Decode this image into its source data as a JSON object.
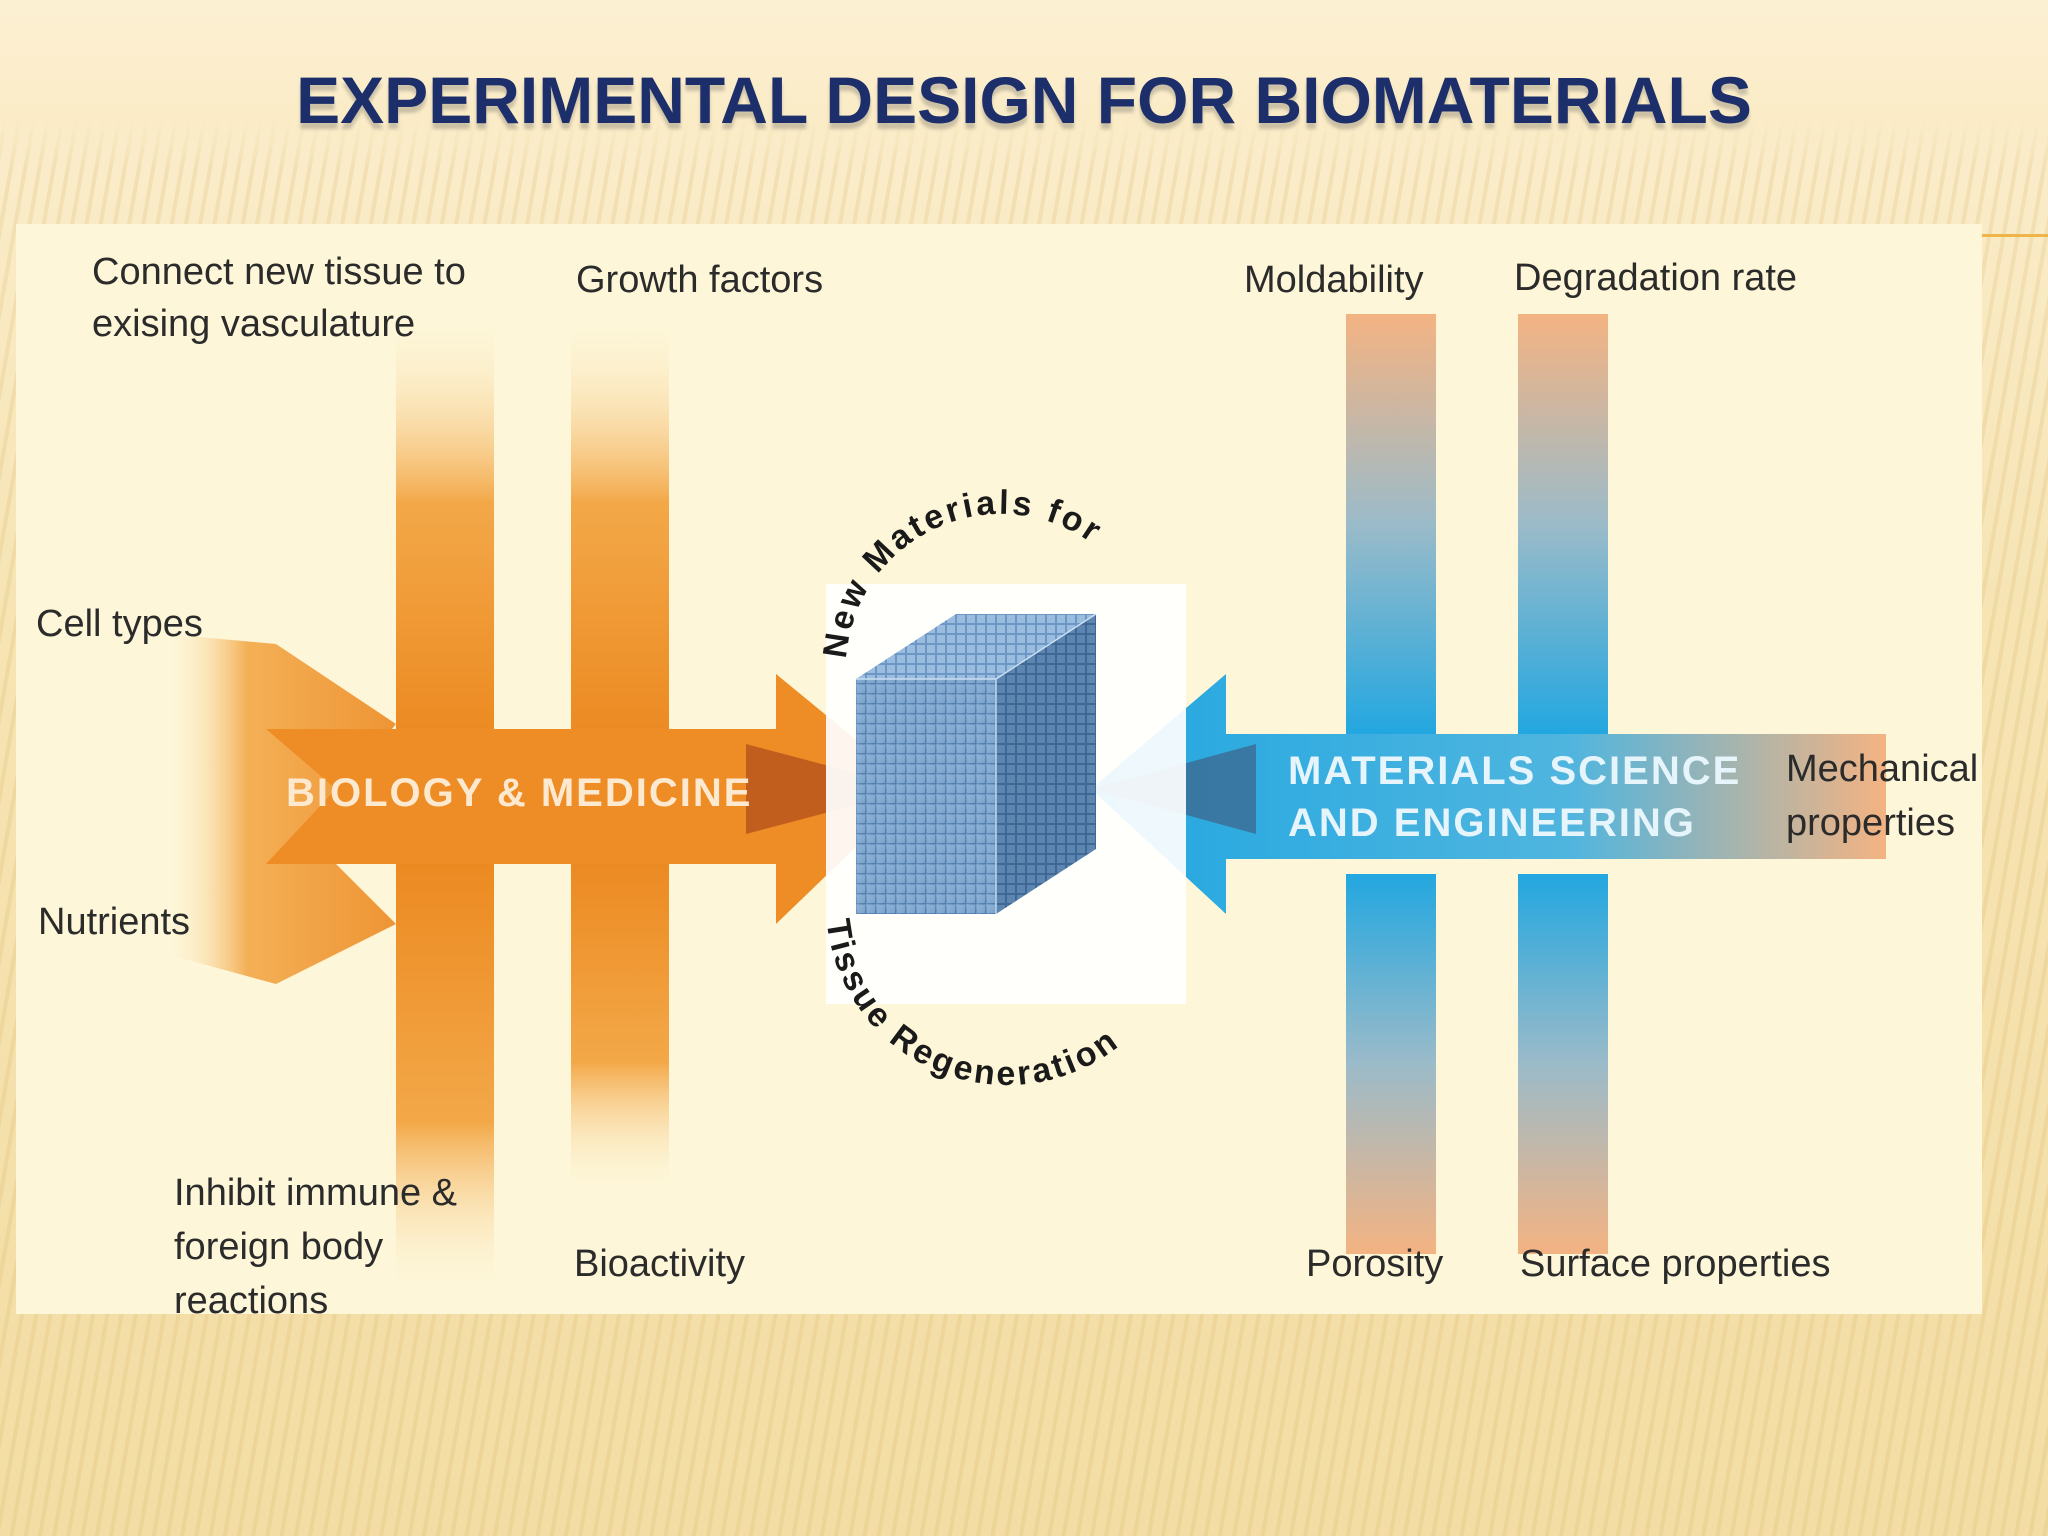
{
  "slide": {
    "title": "EXPERIMENTAL DESIGN FOR BIOMATERIALS"
  },
  "diagram": {
    "left_labels": {
      "connect_line1": "Connect new tissue to",
      "connect_line2": "exising vasculature",
      "growth_factors": "Growth factors",
      "cell_types": "Cell types",
      "nutrients": "Nutrients",
      "inhibit_line1": "Inhibit immune &",
      "inhibit_line2": "foreign body",
      "inhibit_line3": "reactions",
      "bioactivity": "Bioactivity"
    },
    "right_labels": {
      "moldability": "Moldability",
      "degradation_rate": "Degradation rate",
      "mechanical_line1": "Mechanical",
      "mechanical_line2": "properties",
      "porosity": "Porosity",
      "surface_properties": "Surface properties"
    },
    "left_arrow_text": "BIOLOGY & MEDICINE",
    "right_arrow_text_line1": "MATERIALS SCIENCE",
    "right_arrow_text_line2": "AND ENGINEERING",
    "center_arc_top": "New Materials for",
    "center_arc_bottom": "Tissue Regeneration",
    "colors": {
      "biology_orange": "#ef8f2a",
      "materials_blue": "#22a7e0",
      "title_navy": "#1d2f6b",
      "cube_blue": "#5d8fc0"
    }
  }
}
